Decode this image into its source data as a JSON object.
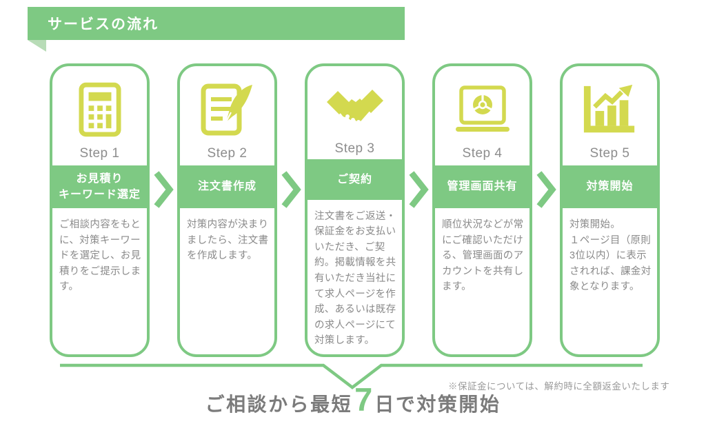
{
  "header": {
    "title": "サービスの流れ"
  },
  "steps": [
    {
      "step_label": "Step 1",
      "icon": "calculator-icon",
      "title": "お見積り\nキーワード選定",
      "description": "ご相談内容をもとに、対策キーワードを選定し、お見積りをご提示します。"
    },
    {
      "step_label": "Step 2",
      "icon": "document-pen-icon",
      "title": "注文書作成",
      "description": "対策内容が決まりましたら、注文書を作成します。"
    },
    {
      "step_label": "Step 3",
      "icon": "handshake-icon",
      "title": "ご契約",
      "description": "注文書をご返送・保証金をお支払いいただき、ご契約。掲載情報を共有いただき当社にて求人ページを作成、あるいは既存の求人ページにて対策します。"
    },
    {
      "step_label": "Step 4",
      "icon": "laptop-browser-icon",
      "title": "管理画面共有",
      "description": "順位状況などが常にご確認いただける、管理画面のアカウントを共有します。"
    },
    {
      "step_label": "Step 5",
      "icon": "bar-chart-icon",
      "title": "対策開始",
      "description": "対策開始。\n１ページ目（原則3位以内）に表示されれば、課金対象となります。"
    }
  ],
  "footer": {
    "note": "※保証金については、解約時に全額返金いたします",
    "summary_prefix": "ご相談から最短",
    "summary_number": "7",
    "summary_suffix": "日で対策開始"
  },
  "colors": {
    "accent_green": "#7ec983",
    "fold_green": "#b8dcb7",
    "icon_yellow_green": "#d3d94f",
    "body_text_gray": "#8a8a8a"
  }
}
